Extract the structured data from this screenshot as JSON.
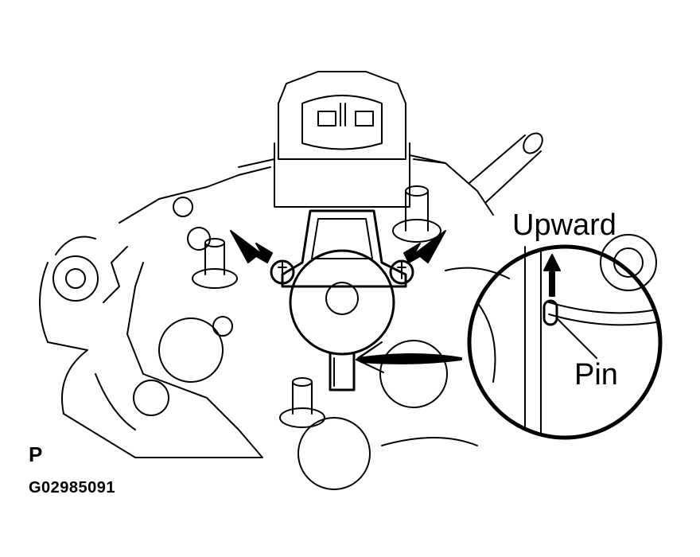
{
  "diagram": {
    "type": "service-manual-illustration",
    "labels": {
      "upward": "Upward",
      "pin": "Pin",
      "view_marker": "P",
      "figure_id": "G02985091"
    },
    "callouts": [
      {
        "name": "left-bolt-arrow",
        "points_to": "left mounting bolt"
      },
      {
        "name": "right-bolt-arrow",
        "points_to": "right mounting bolt"
      },
      {
        "name": "detail-arrow",
        "points_to": "pin location (enlarged detail)"
      },
      {
        "name": "upward-arrow",
        "label": "Upward"
      }
    ],
    "colors": {
      "line": "#000000",
      "background": "#ffffff"
    }
  }
}
